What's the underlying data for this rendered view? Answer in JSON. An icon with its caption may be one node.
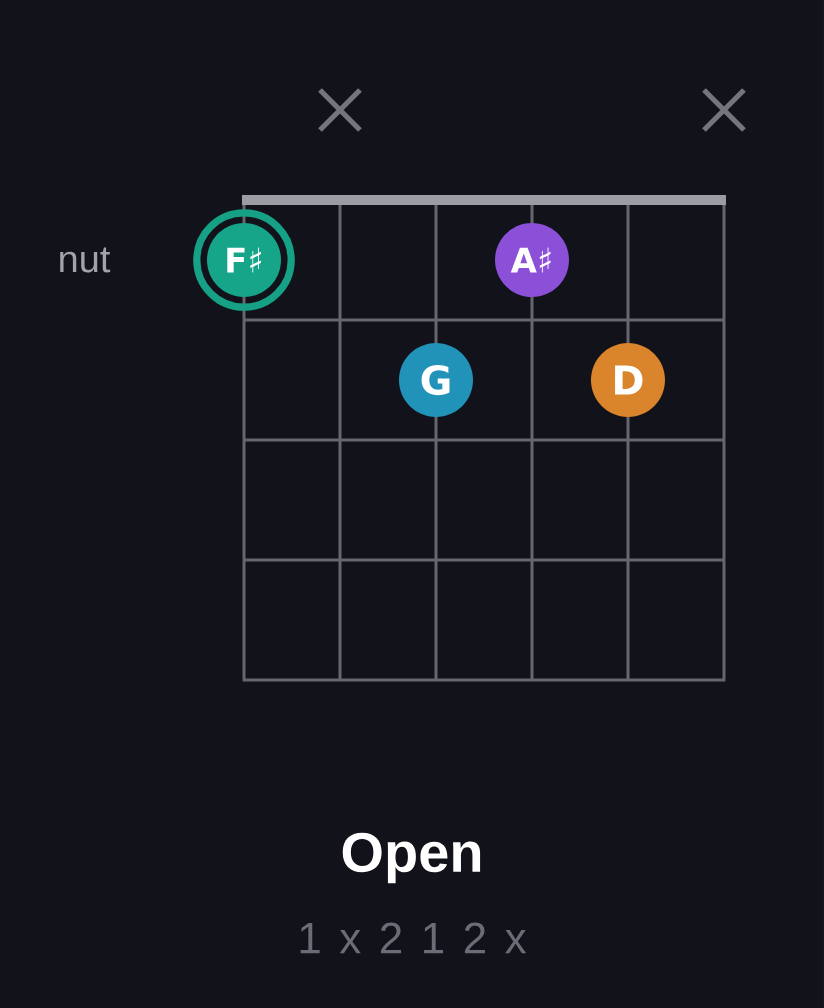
{
  "diagram": {
    "title": "Open",
    "nodes": [
      {
        "text": [
          "F♯"
        ]
      },
      {
        "text": [
          "A♯"
        ]
      },
      {
        "text": [
          "G"
        ]
      },
      {
        "text": [
          "D"
        ]
      }
    ],
    "labels": [
      "nut",
      "1 x 2 1 2 x"
    ]
  }
}
